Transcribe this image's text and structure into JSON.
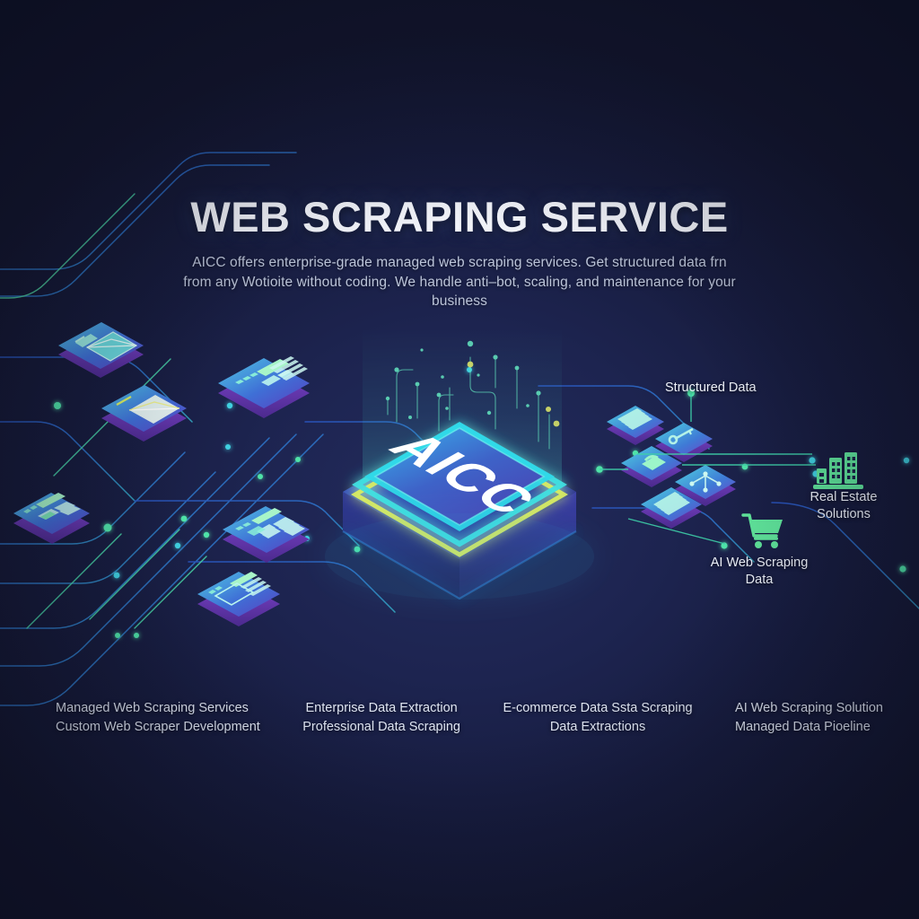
{
  "page": {
    "background_color": "#171c3e",
    "accent_cyan": "#3fe0e0",
    "accent_green": "#5fe39a",
    "accent_yellow": "#d9e85c",
    "accent_purple": "#6b4fd0"
  },
  "header": {
    "title": "WEB SCRAPING SERVICE",
    "subtitle_line1": "AICC offers enterprise-grade managed web scraping services. Get structured data frn",
    "subtitle_line2": "from any Wotioite without coding. We handle anti–bot, scaling, and maintenance for your business"
  },
  "center": {
    "chip_label": "AICC",
    "chip_icon": "processor-chip-icon",
    "hologram_icon": "data-hologram-icon"
  },
  "callouts": [
    {
      "id": "structured-data",
      "text": "Structured Data",
      "icon": null
    },
    {
      "id": "real-estate-solutions",
      "line1": "Real Estate",
      "line2": "Solutions",
      "icon": "building-icon",
      "icon_color": "#5fe39a"
    },
    {
      "id": "ai-web-scraping-data",
      "line1": "AI Web Scraping",
      "line2": "Data",
      "icon": "shopping-cart-icon",
      "icon_color": "#5fe39a"
    }
  ],
  "keywords": [
    {
      "line1": "Managed Web Scraping Services",
      "line2": "Custom Web Scraper Development"
    },
    {
      "line1": "Enterprise Data Extraction",
      "line2": "Professional Data Scraping"
    },
    {
      "line1": "E-commerce Data Ssta Scraping",
      "line2": "Data Extractions"
    },
    {
      "line1": "AI Web Scraping Solution",
      "line2": "Managed Data Pioeline"
    }
  ],
  "nodes": {
    "left_cards": [
      {
        "id": "mail-card-1",
        "icon": "envelope-icon"
      },
      {
        "id": "mail-card-2",
        "icon": "envelope-icon"
      },
      {
        "id": "browser-card-1",
        "icon": "browser-window-icon"
      },
      {
        "id": "browser-card-2",
        "icon": "browser-window-icon"
      },
      {
        "id": "browser-card-3",
        "icon": "browser-window-icon"
      },
      {
        "id": "browser-card-4",
        "icon": "browser-window-icon"
      },
      {
        "id": "browser-card-5",
        "icon": "browser-window-icon"
      }
    ],
    "right_tiles": [
      {
        "id": "data-tile-1",
        "icon": "document-lines-icon"
      },
      {
        "id": "data-tile-2",
        "icon": "key-icon"
      },
      {
        "id": "data-tile-3",
        "icon": "lock-icon"
      },
      {
        "id": "data-tile-4",
        "icon": "network-nodes-icon"
      },
      {
        "id": "data-tile-5",
        "icon": "document-lines-icon"
      }
    ]
  }
}
